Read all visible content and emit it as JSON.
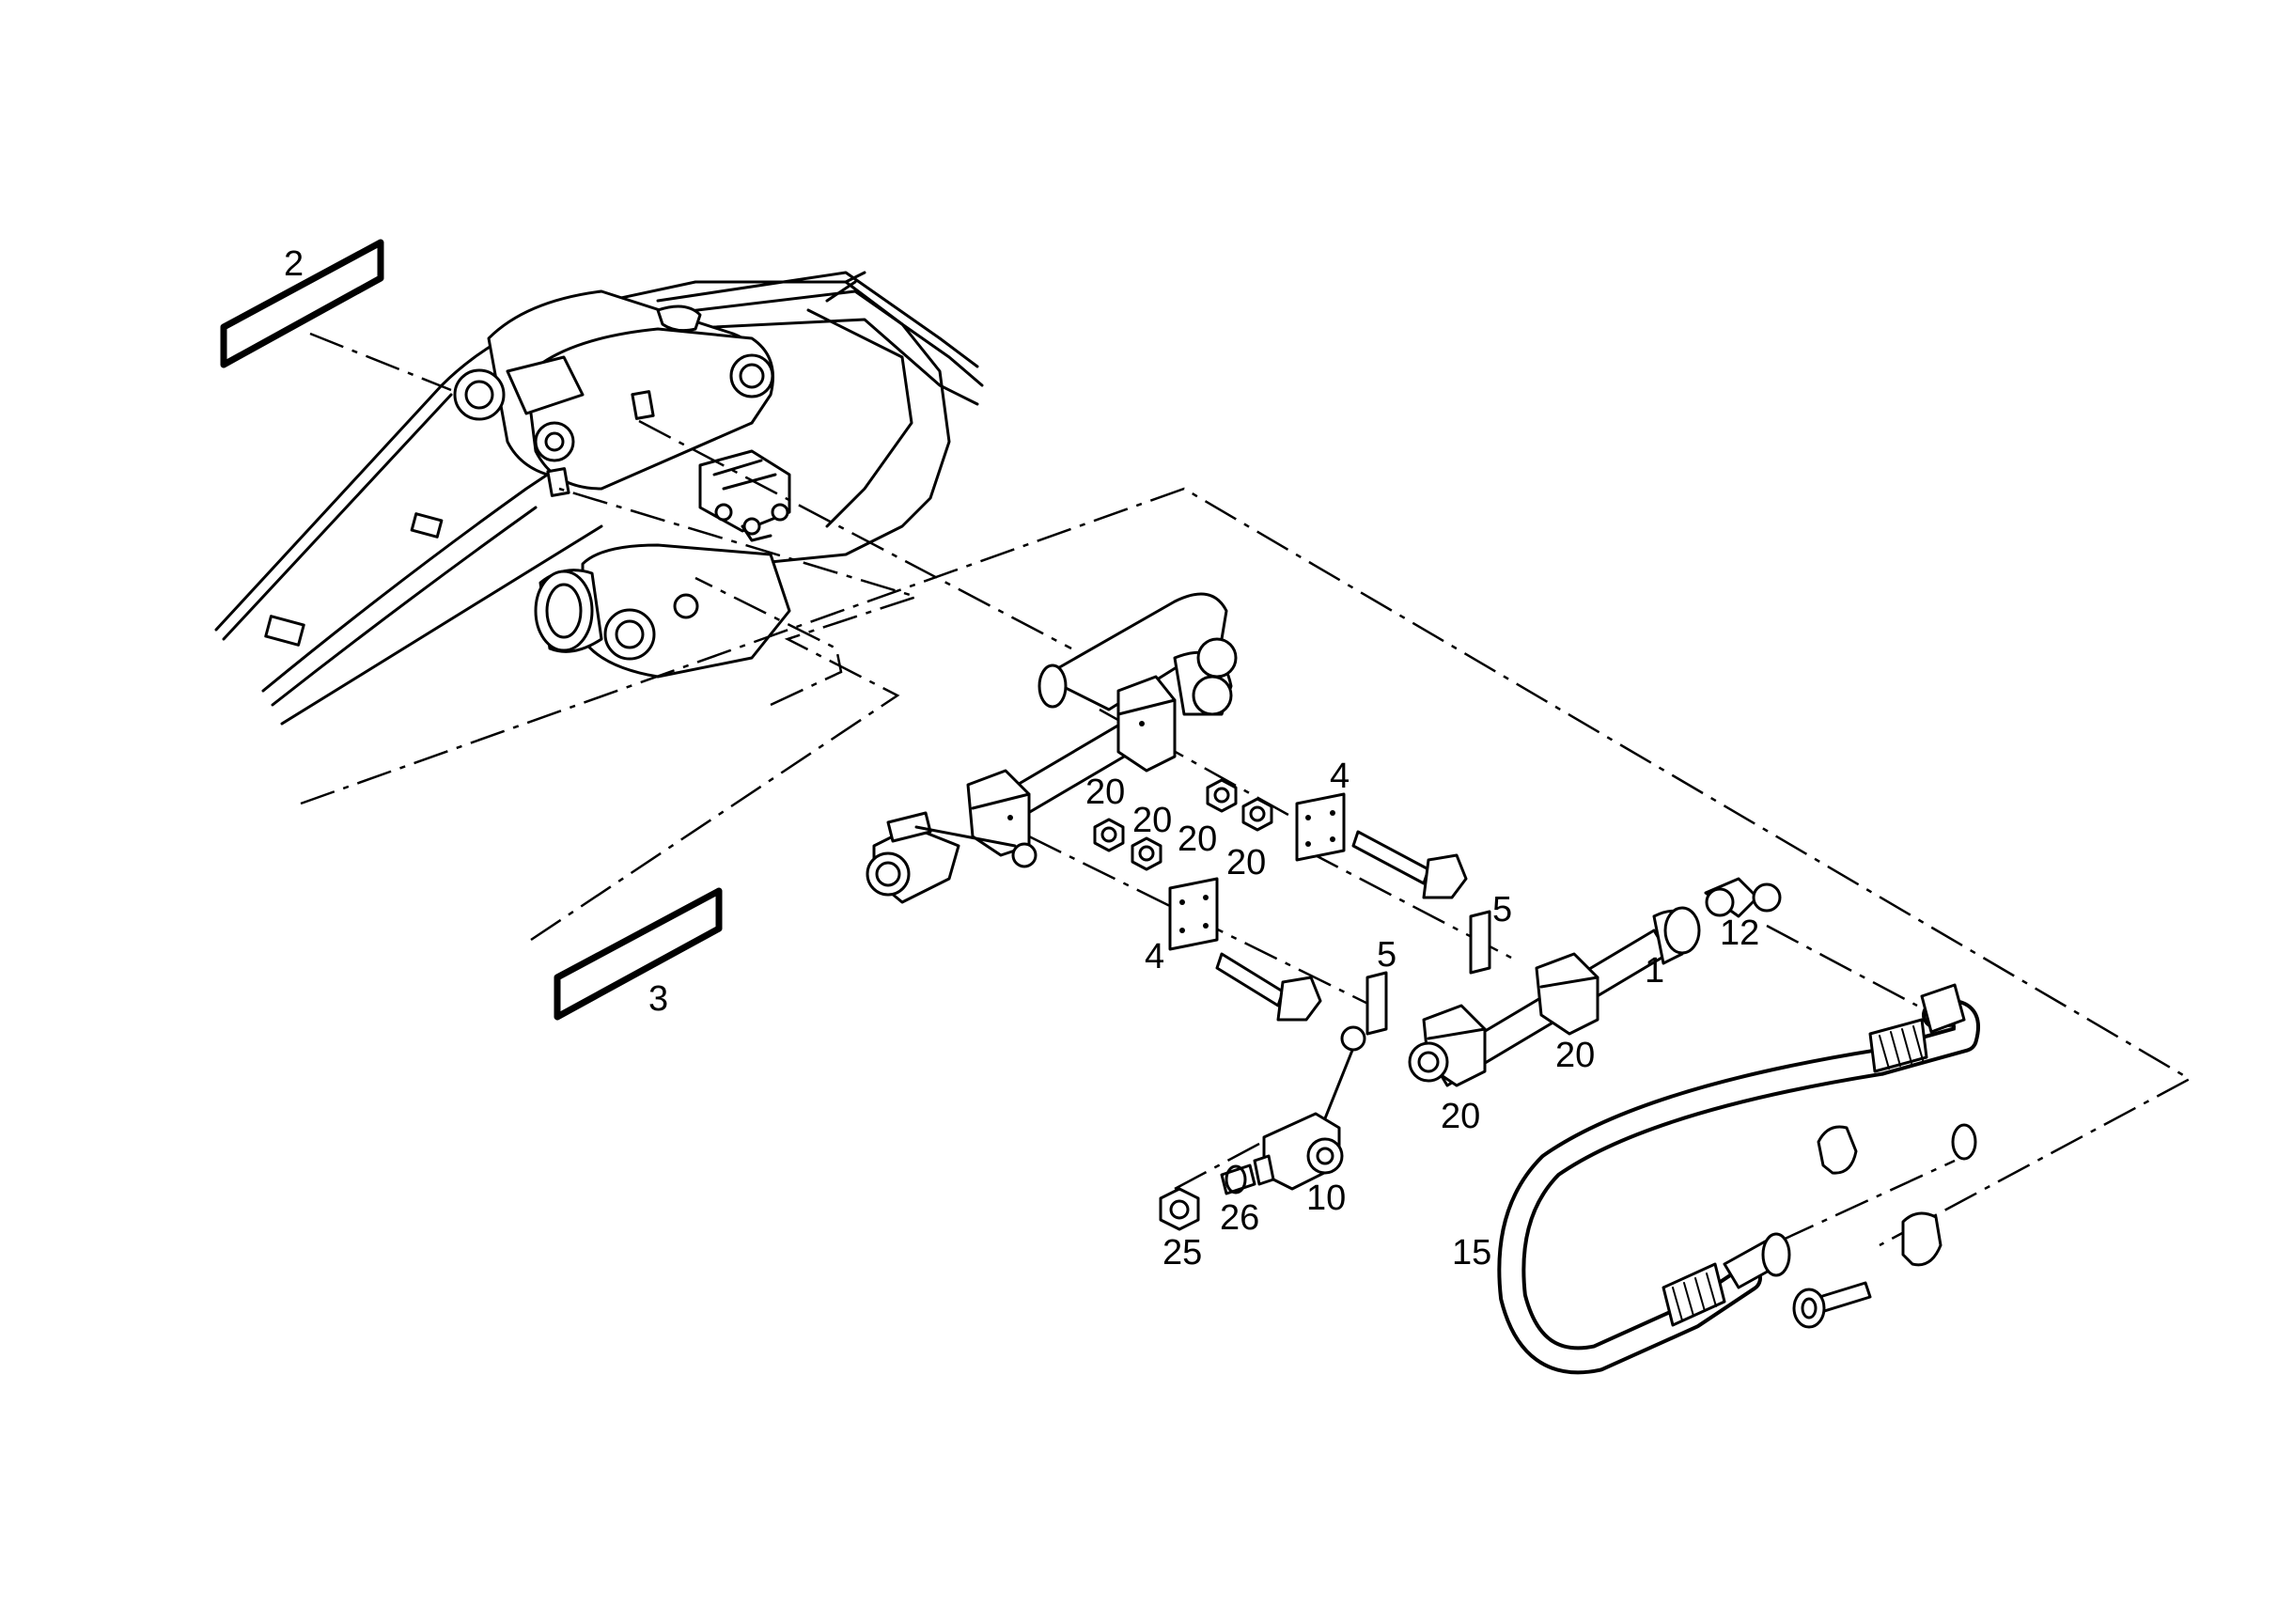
{
  "diagram": {
    "type": "exploded-parts-drawing",
    "callouts": [
      {
        "id": "c2",
        "label": "2"
      },
      {
        "id": "c3",
        "label": "3"
      },
      {
        "id": "c4a",
        "label": "4"
      },
      {
        "id": "c4b",
        "label": "4"
      },
      {
        "id": "c5a",
        "label": "5"
      },
      {
        "id": "c5b",
        "label": "5"
      },
      {
        "id": "c20a",
        "label": "20"
      },
      {
        "id": "c20b",
        "label": "20"
      },
      {
        "id": "c20c",
        "label": "20"
      },
      {
        "id": "c20d",
        "label": "20"
      },
      {
        "id": "c20e",
        "label": "20"
      },
      {
        "id": "c20f",
        "label": "20"
      },
      {
        "id": "c1",
        "label": "1"
      },
      {
        "id": "c12",
        "label": "12"
      },
      {
        "id": "c10",
        "label": "10"
      },
      {
        "id": "c26",
        "label": "26"
      },
      {
        "id": "c25",
        "label": "25"
      },
      {
        "id": "c15",
        "label": "15"
      }
    ]
  }
}
